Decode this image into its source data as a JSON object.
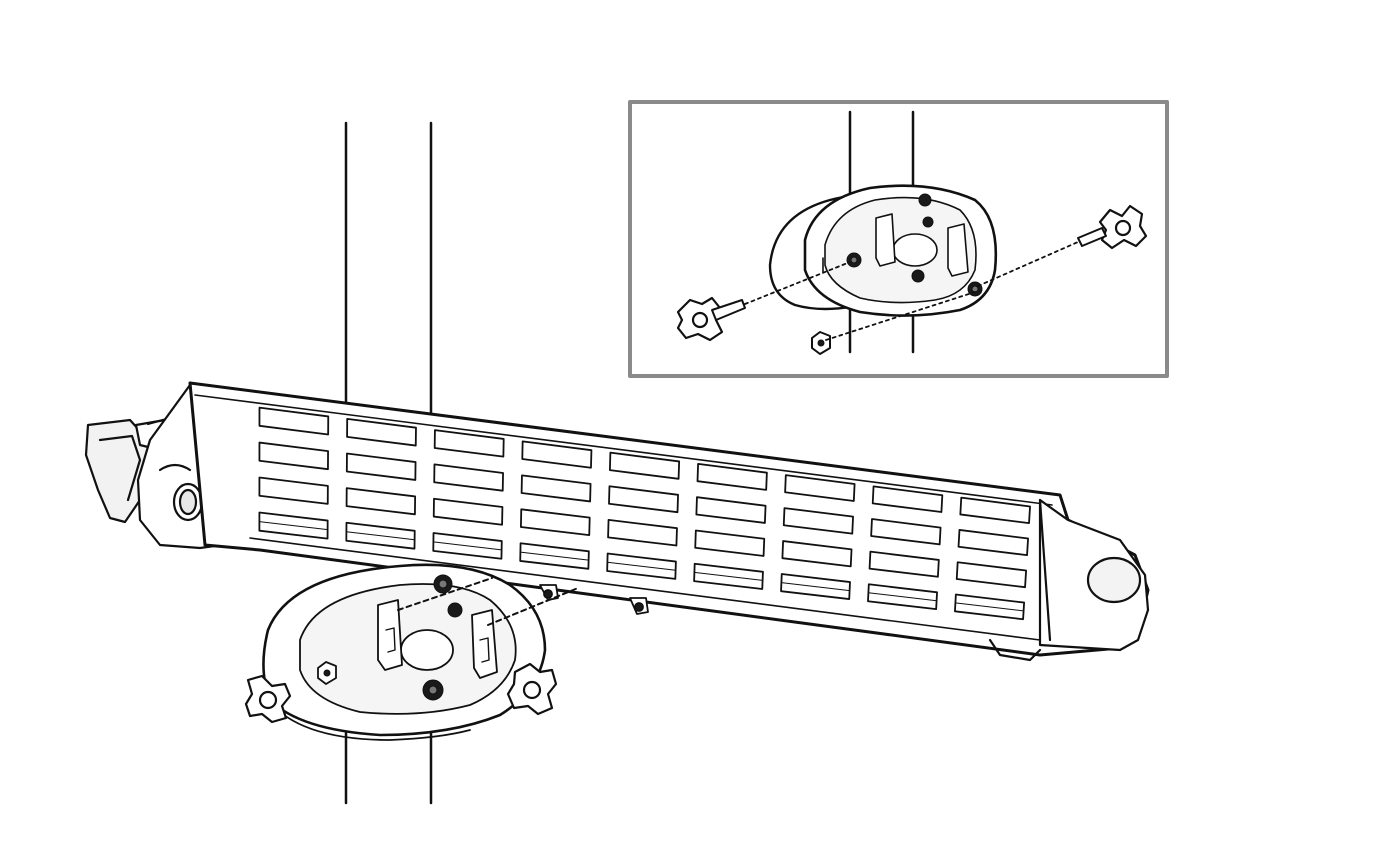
{
  "figure": {
    "colors": {
      "background": "#ffffff",
      "line": "#111111",
      "inset_frame": "#8a8a8a",
      "fill_light": "#f4f4f4",
      "fill_mid": "#e2e2e2",
      "fill_dark": "#1a1a1a"
    },
    "grille_rows": 4,
    "grille_cols": 9,
    "icons": [
      "pole-icon",
      "heater-body-icon",
      "grille-icon",
      "mounting-bracket-icon",
      "star-knob-icon",
      "bolt-icon",
      "nut-icon",
      "inset-detail-frame"
    ]
  }
}
